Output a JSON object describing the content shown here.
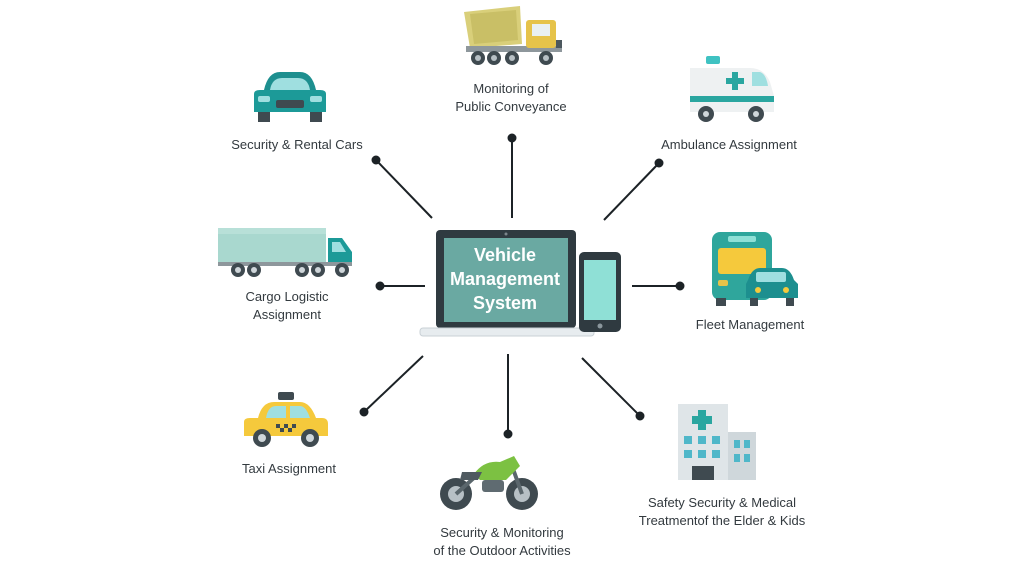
{
  "center": {
    "title_lines": [
      "Vehicle",
      "Management",
      "System"
    ]
  },
  "nodes": {
    "public_conveyance": {
      "lines": [
        "Monitoring of",
        "Public Conveyance"
      ],
      "icon": "cement-mixer-truck-icon"
    },
    "ambulance": {
      "lines": [
        "Ambulance Assignment"
      ],
      "icon": "ambulance-icon"
    },
    "fleet": {
      "lines": [
        "Fleet Management"
      ],
      "icon": "bus-and-car-icon"
    },
    "safety_medical": {
      "lines": [
        "Safety Security & Medical",
        "Treatmentof the Elder & Kids"
      ],
      "icon": "hospital-building-icon"
    },
    "outdoor": {
      "lines": [
        "Security & Monitoring",
        "of the Outdoor Activities"
      ],
      "icon": "motorcycle-icon"
    },
    "taxi": {
      "lines": [
        "Taxi Assignment"
      ],
      "icon": "taxi-icon"
    },
    "cargo": {
      "lines": [
        "Cargo Logistic",
        "Assignment"
      ],
      "icon": "cargo-truck-icon"
    },
    "rental": {
      "lines": [
        "Security & Rental Cars"
      ],
      "icon": "car-icon"
    }
  },
  "colors": {
    "screen": "#6aa9a2",
    "screen_bezel": "#2f3a40",
    "phone_screen": "#8fe0d6",
    "line": "#1c2226",
    "teal": "#1c9a98",
    "yellow": "#f5c93c",
    "green": "#7cc142"
  }
}
